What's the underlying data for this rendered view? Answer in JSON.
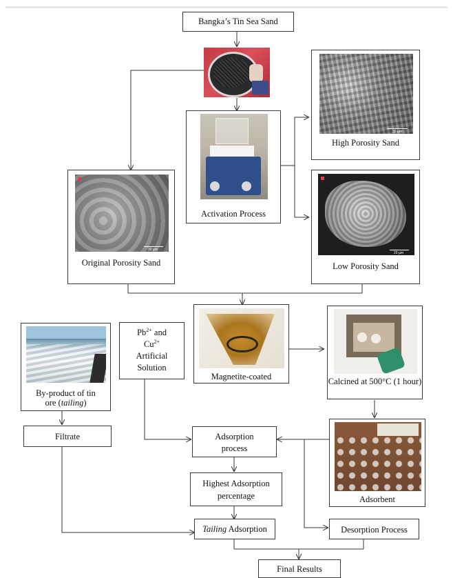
{
  "nodes": {
    "start": "Bangka’s Tin Sea Sand",
    "high_porosity": "High Porosity Sand",
    "activation": "Activation Process",
    "original": "Original Porosity Sand",
    "low_porosity": "Low Porosity Sand",
    "magnetite": "Magnetite-coated",
    "calcined": "Calcined at 500°C (1 hour)",
    "solution": {
      "pb": "Pb",
      "pb_charge": "2+",
      "and": " and",
      "cu": "Cu",
      "cu_charge": "2+",
      "line2": "Artificial",
      "line3": "Solution"
    },
    "byproduct": {
      "line1": "By-product of tin",
      "line2_prefix": "ore (",
      "line2_italic": "tailing",
      "line2_suffix": ")"
    },
    "filtrate": "Filtrate",
    "adsorption": {
      "line1": "Adsorption",
      "line2": "process"
    },
    "highest": {
      "line1": "Highest Adsorption",
      "line2": "percentage"
    },
    "adsorbent": "Adsorbent",
    "tailing_ads": {
      "italic": "Tailing",
      "rest": " Adsorption"
    },
    "desorption": "Desorption Process",
    "final": "Final Results"
  },
  "scale_labels": {
    "high": "30 µm",
    "original": "30 µm",
    "low": "20 µm"
  }
}
